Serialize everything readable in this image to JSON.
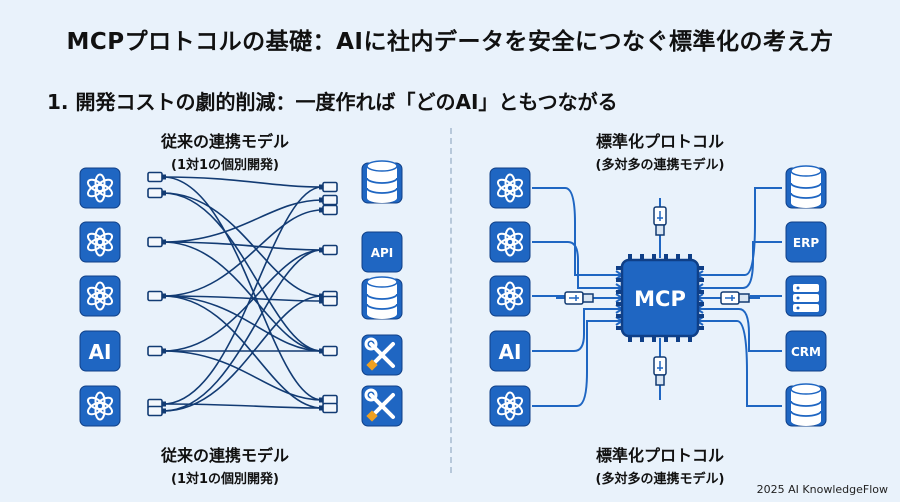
{
  "title": "MCPプロトコルの基礎：AIに社内データを安全につなぐ標準化の考え方",
  "subtitle": "1. 開発コストの劇的削減：一度作れば「どのAI」ともつながる",
  "left_panel": {
    "heading": "従来の連携モデル",
    "note": "(1対1の個別開発)",
    "clients": [
      {
        "kind": "chatbot-icon"
      },
      {
        "kind": "chatbot-icon"
      },
      {
        "kind": "chatbot-icon"
      },
      {
        "kind": "ai-icon",
        "label": "AI"
      },
      {
        "kind": "chatbot-icon"
      }
    ],
    "sources": [
      {
        "kind": "database-icon"
      },
      {
        "kind": "api-icon",
        "label": "API"
      },
      {
        "kind": "database-icon"
      },
      {
        "kind": "tools-icon"
      },
      {
        "kind": "tools-icon"
      }
    ]
  },
  "right_panel": {
    "heading": "標準化プロトコル",
    "note": "(多対多の連携モデル)",
    "hub_label": "MCP",
    "clients": [
      {
        "kind": "chatbot-icon"
      },
      {
        "kind": "chatbot-icon"
      },
      {
        "kind": "chatbot-icon"
      },
      {
        "kind": "ai-icon",
        "label": "AI"
      },
      {
        "kind": "chatbot-icon"
      }
    ],
    "sources": [
      {
        "kind": "database-icon"
      },
      {
        "kind": "erp-icon",
        "label": "ERP"
      },
      {
        "kind": "server-icon"
      },
      {
        "kind": "crm-icon",
        "label": "CRM"
      },
      {
        "kind": "database-icon"
      }
    ]
  },
  "left_caption": {
    "heading": "従来の連携モデル",
    "note": "(1対1の個別開発)"
  },
  "right_caption": {
    "heading": "標準化プロトコル",
    "note": "(多対多の連携モデル)"
  },
  "footer": "2025 AI KnowledgeFlow",
  "colors": {
    "accent": "#1f66c2",
    "accent_dark": "#0f3f87",
    "line": "#123b73",
    "background": "#e9f2fb"
  }
}
